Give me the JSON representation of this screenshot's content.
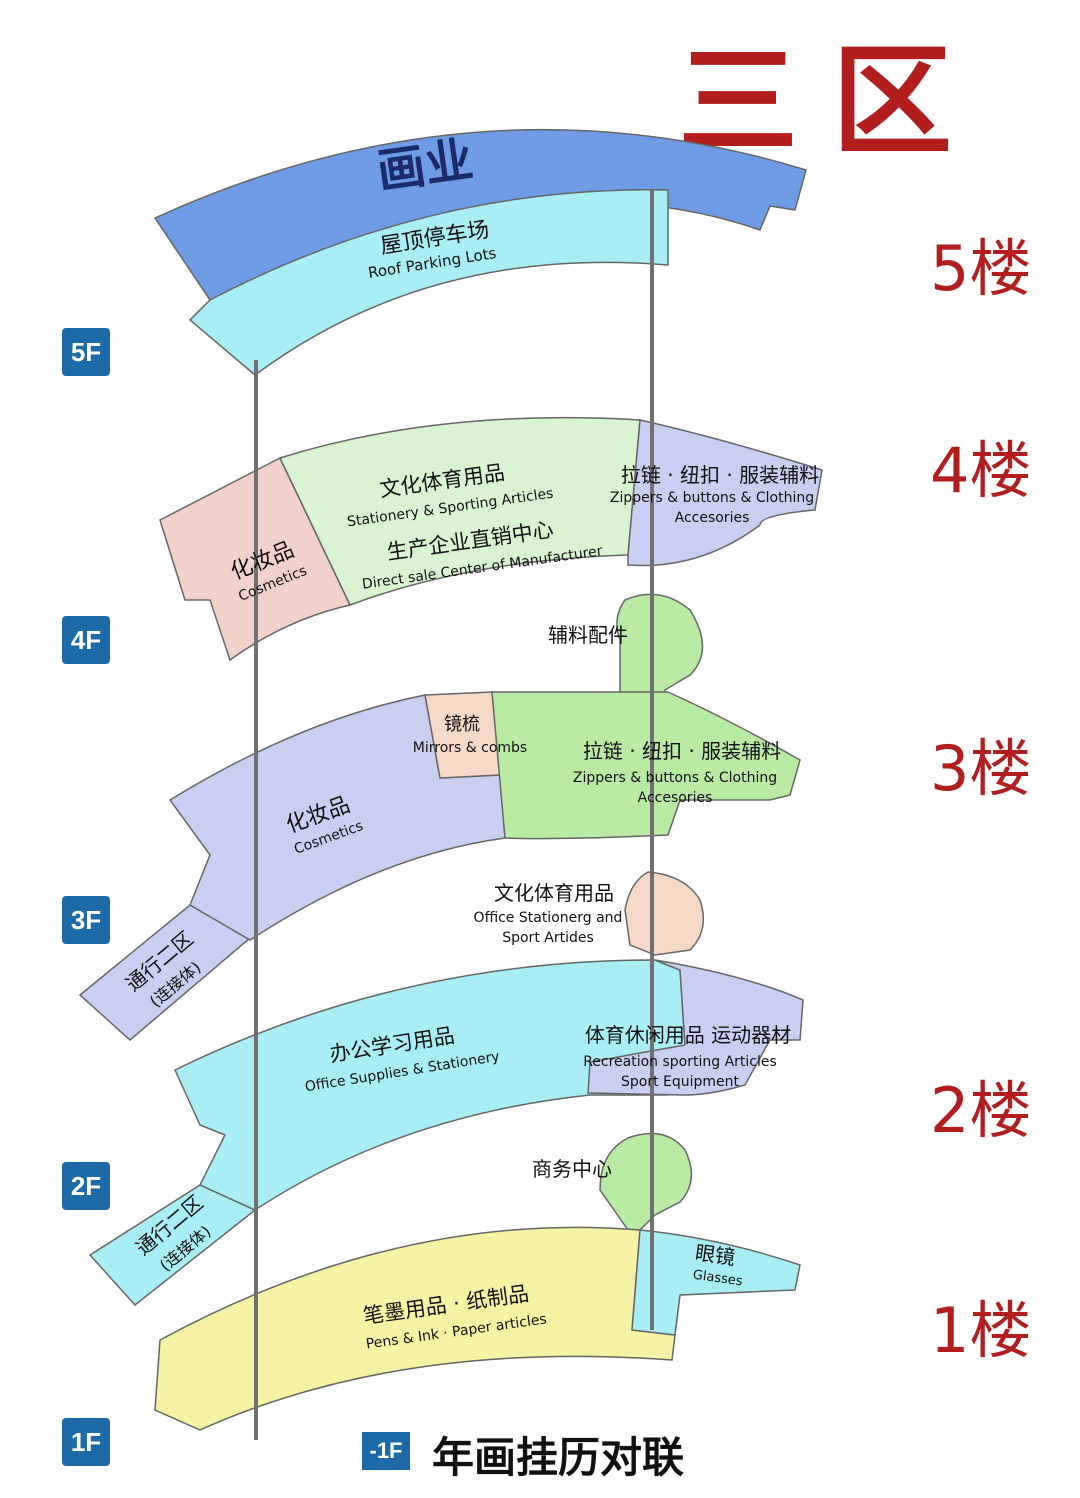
{
  "zone_title": "三区",
  "floor_labels_cn": {
    "f5": "5楼",
    "f4": "4楼",
    "f3": "3楼",
    "f2": "2楼",
    "f1": "1楼"
  },
  "floor_badges": {
    "f5": "5F",
    "f4": "4F",
    "f3": "3F",
    "f2": "2F",
    "f1": "1F"
  },
  "basement": {
    "badge": "-1F",
    "label": "年画挂历对联"
  },
  "floor5": {
    "banner": "画业",
    "roof_parking_cn": "屋顶停车场",
    "roof_parking_en": "Roof Parking Lots"
  },
  "floor4": {
    "cosmetics_cn": "化妆品",
    "cosmetics_en": "Cosmetics",
    "stationery_cn": "文化体育用品",
    "stationery_en": "Stationery & Sporting Articles",
    "direct_sale_cn": "生产企业直销中心",
    "direct_sale_en": "Direct sale Center of Manufacturer",
    "zippers_cn": "拉链 · 纽扣 · 服装辅料",
    "zippers_en_1": "Zippers & buttons & Clothing",
    "zippers_en_2": "Accesories"
  },
  "connector_4_3": {
    "label": "辅料配件"
  },
  "floor3": {
    "mirrors_cn": "镜梳",
    "mirrors_en": "Mirrors & combs",
    "cosmetics_cn": "化妆品",
    "cosmetics_en": "Cosmetics",
    "zippers_cn": "拉链 · 纽扣 · 服装辅料",
    "zippers_en_1": "Zippers & buttons & Clothing",
    "zippers_en_2": "Accesories",
    "passage_1": "通行二区",
    "passage_2": "(连接体)"
  },
  "connector_3_2": {
    "cn": "文化体育用品",
    "en_1": "Office Stationerg and",
    "en_2": "Sport Artides"
  },
  "floor2": {
    "office_cn": "办公学习用品",
    "office_en": "Office Supplies & Stationery",
    "sports_cn": "体育休闲用品 运动器材",
    "sports_en_1": "Recreation sporting Articles",
    "sports_en_2": "Sport Equipment",
    "passage_1": "通行二区",
    "passage_2": "(连接体)"
  },
  "connector_2_1": {
    "label": "商务中心"
  },
  "floor1": {
    "pens_cn": "笔墨用品 · 纸制品",
    "pens_en": "Pens & Ink · Paper articles",
    "glasses_cn": "眼镜",
    "glasses_en": "Glasses"
  },
  "colors": {
    "blue_band": "#6f9be6",
    "cyan": "#a9eef5",
    "pink": "#f4d2cc",
    "light_green": "#d8f4d0",
    "lavender": "#c9cff3",
    "green": "#b9eba5",
    "peach": "#f6d9c7",
    "yellow": "#f6f3a4",
    "zone_red": "#b21d1d",
    "badge_blue": "#1c6aa8"
  }
}
